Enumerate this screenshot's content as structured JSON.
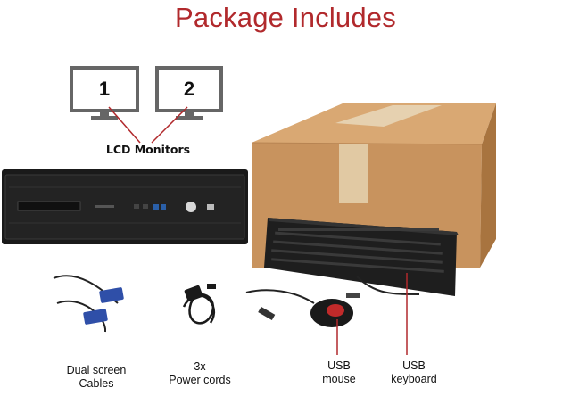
{
  "title": "Package Includes",
  "monitors": {
    "label": "LCD Monitors",
    "items": [
      {
        "number": "1"
      },
      {
        "number": "2"
      }
    ]
  },
  "items": {
    "cables": {
      "line1": "Dual screen",
      "line2": "Cables"
    },
    "power": {
      "line1": "3x",
      "line2": "Power cords"
    },
    "mouse": {
      "line1": "USB",
      "line2": "mouse"
    },
    "keyboard": {
      "line1": "USB",
      "line2": "keyboard"
    }
  },
  "colors": {
    "title": "#b1292c",
    "pointer": "#b1292c",
    "box": "#c8935e",
    "tape": "#e6d1b0",
    "pc": "#1a1a1a"
  },
  "icons": [
    "monitor-icon",
    "desktop-pc-icon",
    "cardboard-box-icon",
    "keyboard-icon",
    "mouse-icon",
    "vga-cable-icon",
    "power-cord-icon"
  ]
}
